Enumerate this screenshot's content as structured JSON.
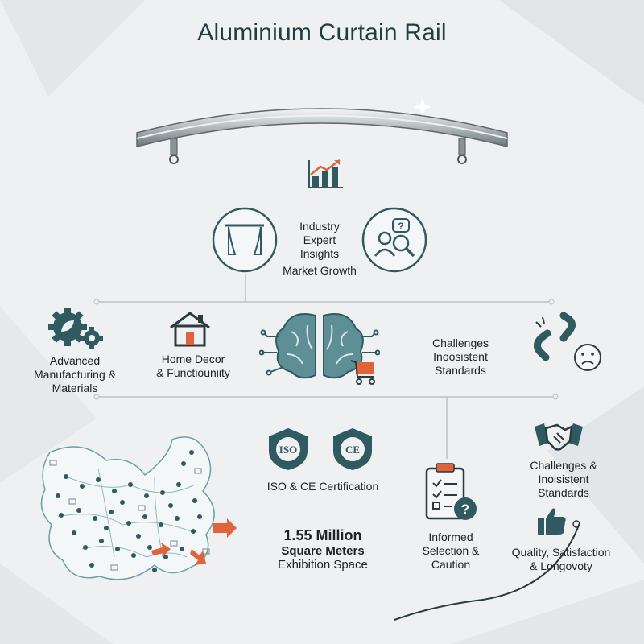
{
  "title": "Aluminium Curtain Rail",
  "top": {
    "insights": [
      "Industry",
      "Expert",
      "Insights"
    ],
    "market_growth": "Market Growth"
  },
  "middle": {
    "manufacturing": [
      "Advanced",
      "Manufacturing &",
      "Materials"
    ],
    "home_decor": [
      "Home Decor",
      "& Functiouniity"
    ],
    "challenges": [
      "Challenges",
      "Inoosistent",
      "Standards"
    ]
  },
  "bottom": {
    "certification": "ISO & CE Certification",
    "iso_badge": "ISO",
    "ce_badge": "CE",
    "exhibition": [
      "1.55 Million",
      "Square Meters",
      "Exhibition Space"
    ],
    "informed": [
      "Informed",
      "Selection &",
      "Caution"
    ],
    "challenges_right": [
      "Challenges &",
      "Inoisistent",
      "Standards"
    ],
    "quality": [
      "Quality, Satisfaction",
      "& Longovoty"
    ]
  },
  "colors": {
    "teal": "#2f5a60",
    "accent": "#e0633c",
    "line": "#b8c3c6"
  }
}
